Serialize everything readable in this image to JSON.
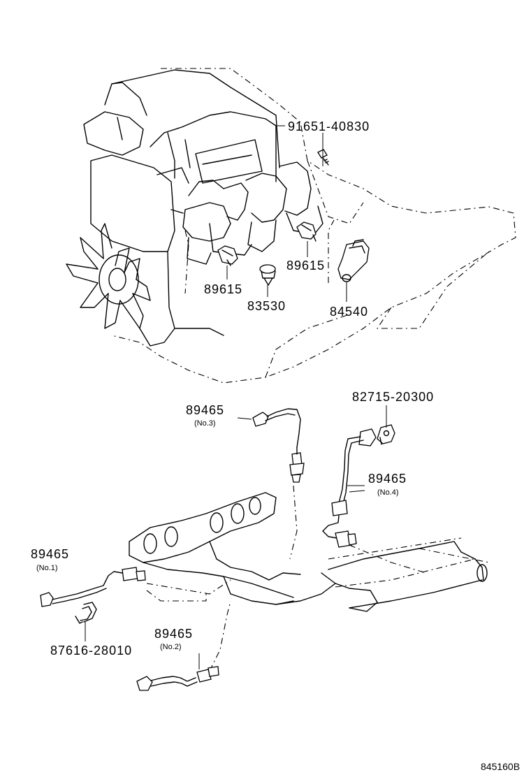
{
  "labels": {
    "bolt": "91651-40830",
    "sensor_upper_right": "89615",
    "sensor_upper_left": "89615",
    "switch": "83530",
    "throttle_sensor": "84540",
    "o2_no3": "89465",
    "o2_no3_pos": "(No.3)",
    "bracket": "82715-20300",
    "o2_no4": "89465",
    "o2_no4_pos": "(No.4)",
    "o2_no1": "89465",
    "o2_no1_pos": "(No.1)",
    "clamp": "87616-28010",
    "o2_no2": "89465",
    "o2_no2_pos": "(No.2)",
    "diagram_code": "845160B"
  }
}
